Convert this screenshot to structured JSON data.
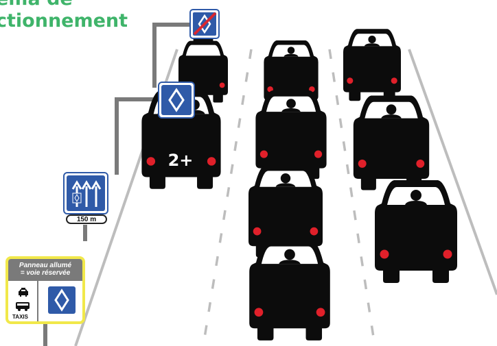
{
  "title": {
    "line1": "ema de",
    "line2": "ctionnement"
  },
  "distance_sign": {
    "label": "150 m"
  },
  "lane_board": {
    "header_line1": "Panneau allumé",
    "header_line2": "= voie réservée",
    "vehicle_label": "TAXIS"
  },
  "carpool_car": {
    "label": "2+"
  },
  "colors": {
    "title_green": "#3fb46a",
    "sign_blue": "#2f5aa8",
    "road_grey": "#bdbdbd",
    "board_yellow": "#f1e84a",
    "end_sign_red": "#d9272e",
    "tail_light": "#e0202a"
  },
  "icons": [
    "diamond-sign-icon",
    "end-of-lane-sign-icon",
    "lane-arrows-sign-icon",
    "taxi-icon",
    "bus-icon",
    "car-icon"
  ]
}
